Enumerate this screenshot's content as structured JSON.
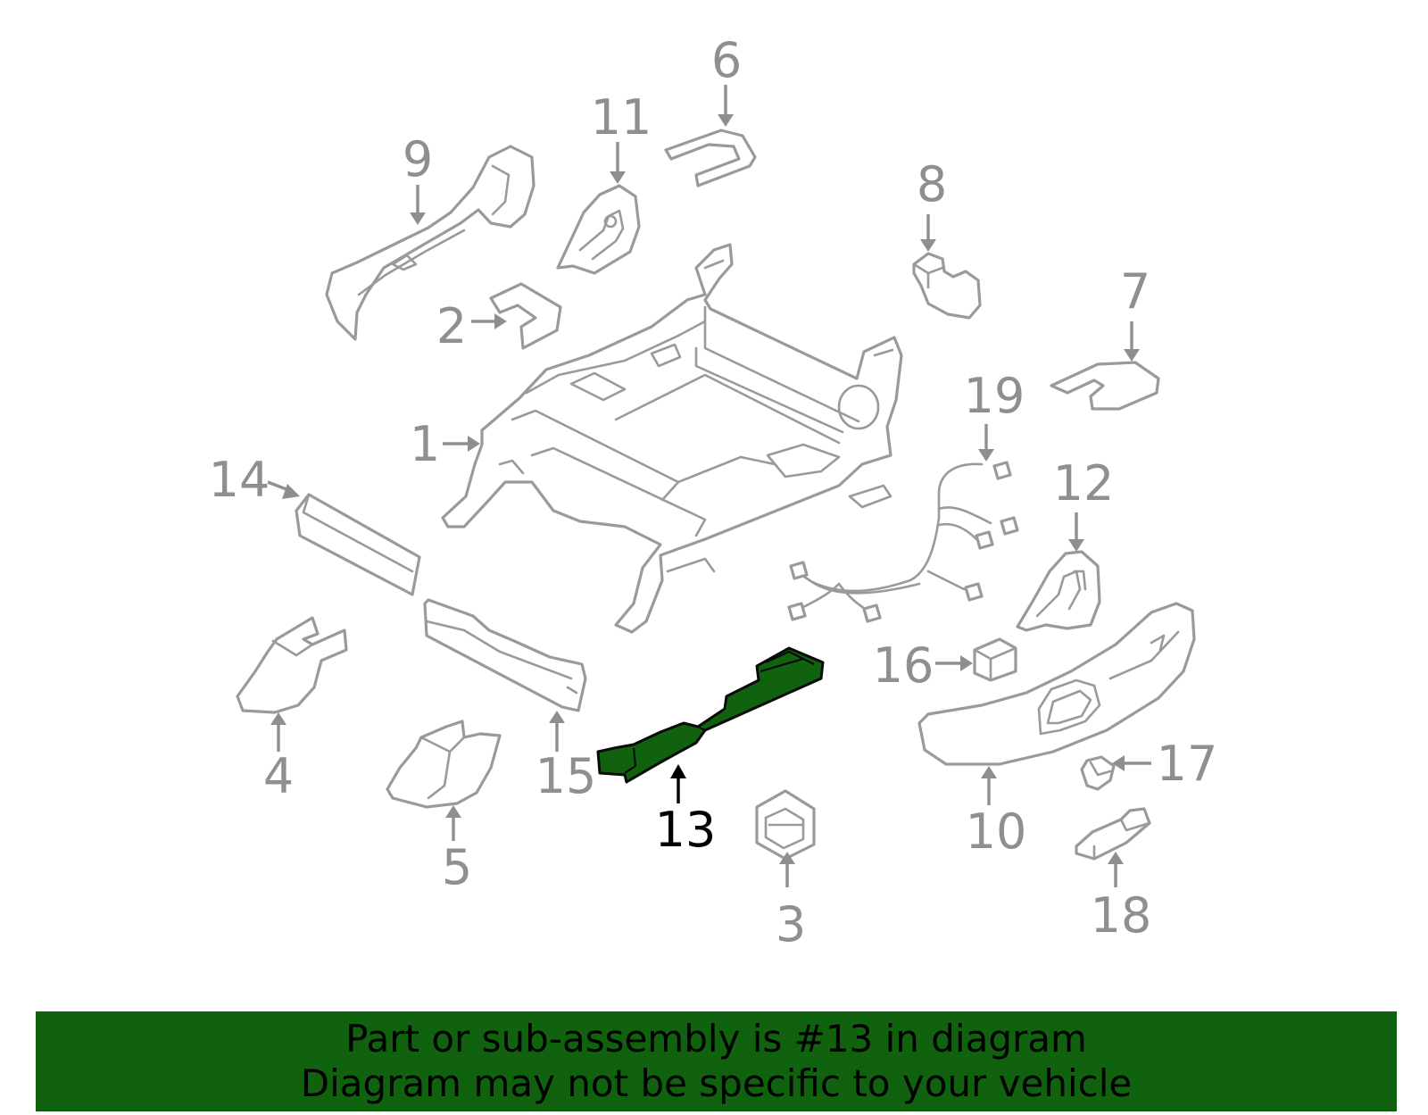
{
  "callouts": {
    "c1": "1",
    "c2": "2",
    "c3": "3",
    "c4": "4",
    "c5": "5",
    "c6": "6",
    "c7": "7",
    "c8": "8",
    "c9": "9",
    "c10": "10",
    "c11": "11",
    "c12": "12",
    "c13": "13",
    "c14": "14",
    "c15": "15",
    "c16": "16",
    "c17": "17",
    "c18": "18",
    "c19": "19"
  },
  "highlighted_part": "13",
  "colors": {
    "highlight": "#11620f",
    "outline": "#9a9a9a",
    "banner": "#11620f"
  },
  "banner": {
    "line1": "Part or sub-assembly is #13 in diagram",
    "line2": "Diagram may not be specific to your vehicle"
  }
}
